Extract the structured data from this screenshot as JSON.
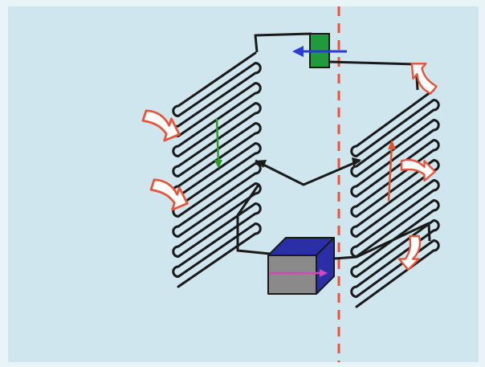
{
  "diagram": {
    "colors": {
      "background": "#cfe6ee",
      "frame": "#e9f4f7",
      "coil": "#1a1a1a",
      "centerline": "#e8533a",
      "air_arrow": "#e8533a",
      "valve": "#1f9a3c",
      "compressor_top": "#2a2fa8",
      "compressor_front": "#8a8a8a",
      "refrigerant_arrow": "#2d3bd6",
      "inner_arrow_green": "#2e9a2e",
      "inner_arrow_pink": "#d247b8",
      "inner_arrow_red": "#e0552f"
    },
    "components": [
      {
        "name": "evaporator-coil",
        "icon": "coil-icon",
        "side": "left"
      },
      {
        "name": "condenser-coil",
        "icon": "coil-icon",
        "side": "right"
      },
      {
        "name": "expansion-valve",
        "icon": "valve-icon",
        "side": "top"
      },
      {
        "name": "compressor",
        "icon": "cube-icon",
        "side": "bottom"
      }
    ]
  }
}
